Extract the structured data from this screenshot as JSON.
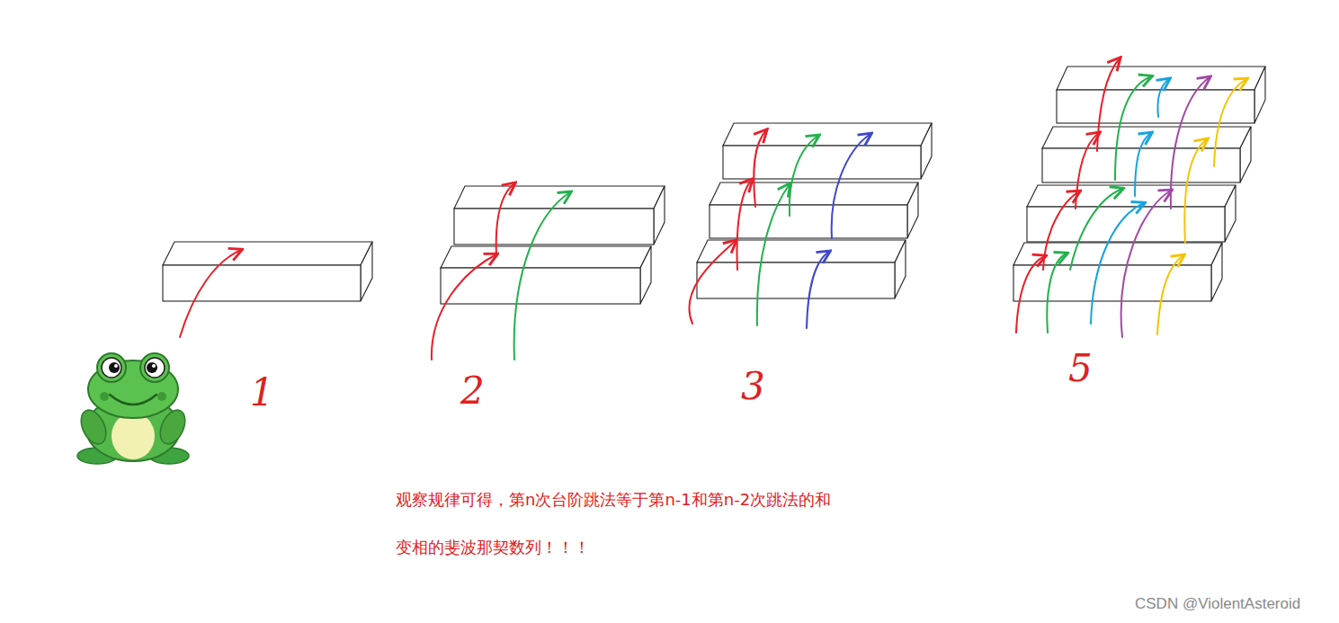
{
  "diagram": {
    "labels": [
      "1",
      "2",
      "3",
      "5",
      "观察规律可得，第n次台阶跳法等于第n-1和第n-2次跳法的和",
      "变相的斐波那契数列！！！",
      "CSDN @ViolentAsteroid"
    ]
  }
}
